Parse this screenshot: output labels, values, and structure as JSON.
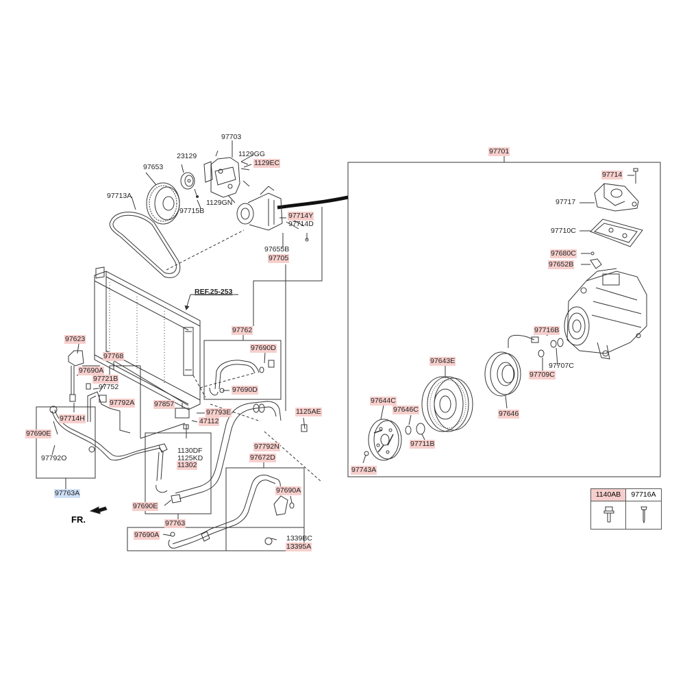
{
  "labels": {
    "l97701": "97701",
    "l97703": "97703",
    "l1129GG": "1129GG",
    "l1129EC": "1129EC",
    "l23129": "23129",
    "l97653": "97653",
    "l97713A": "97713A",
    "l97715B": "97715B",
    "l1129GN": "1129GN",
    "l97714Y": "97714Y",
    "l97714D": "97714D",
    "l97655B": "97655B",
    "l97705": "97705",
    "ref": "REF.25-253",
    "l97762": "97762",
    "l97690D_1": "97690D",
    "l97690D_2": "97690D",
    "l97623": "97623",
    "l97768": "97768",
    "l97690A_1": "97690A",
    "l97721B": "97721B",
    "l97752": "97752",
    "l97792A": "97792A",
    "l97714H": "97714H",
    "l97690E_1": "97690E",
    "l97792O": "97792O",
    "l97763A": "97763A",
    "l97857": "97857",
    "l97793E": "97793E",
    "l47112": "47112",
    "l1125AE": "1125AE",
    "l97792N": "97792N",
    "l97672D": "97672D",
    "l1130DF": "1130DF",
    "l1125KD": "1125KD",
    "l11302": "11302",
    "l97690A_2": "97690A",
    "l97690E_2": "97690E",
    "l97763": "97763",
    "l97690A_3": "97690A",
    "l1339BC": "1339BC",
    "l13395A": "13395A",
    "l97714": "97714",
    "l97717": "97717",
    "l97710C": "97710C",
    "l97680C": "97680C",
    "l97652B": "97652B",
    "l97716B": "97716B",
    "l97707C": "97707C",
    "l97709C": "97709C",
    "l97643E": "97643E",
    "l97644C": "97644C",
    "l97646C": "97646C",
    "l97711B": "97711B",
    "l97646": "97646",
    "l97743A": "97743A"
  },
  "direction": "FR.",
  "legend": [
    {
      "code": "1140AB",
      "icon": "flange-bolt-icon"
    },
    {
      "code": "97716A",
      "icon": "screw-icon"
    }
  ],
  "colors": {
    "highlight_red": "#f6cfcc",
    "highlight_blue": "#cfe0f6",
    "line": "#333333"
  }
}
